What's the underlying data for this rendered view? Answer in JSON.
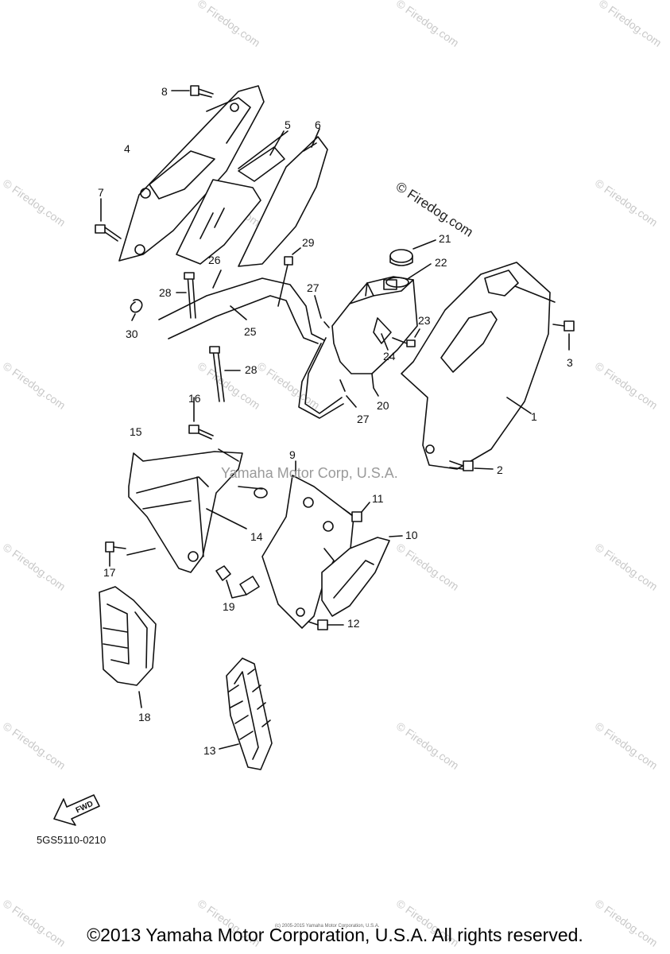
{
  "watermarks": [
    "© Firedog.com",
    "© Firedog.com",
    "© Firedog.com",
    "© Firedog.com",
    "© Firedog.com",
    "© Firedog.com",
    "© Firedog.com",
    "© Firedog.com",
    "© Firedog.com",
    "© Firedog.com",
    "© Firedog.com",
    "© Firedog.com",
    "© Firedog.com",
    "© Firedog.com",
    "© Firedog.com",
    "© Firedog.com",
    "© Firedog.com",
    "© Firedog.com",
    "© Firedog.com",
    "© Firedog.com"
  ],
  "firedog_main": "© Firedog.com",
  "yamaha_tm": "Yamaha Motor Corp, U.S.A.",
  "callouts": [
    "1",
    "2",
    "3",
    "4",
    "5",
    "6",
    "7",
    "8",
    "9",
    "10",
    "11",
    "12",
    "13",
    "14",
    "15",
    "16",
    "17",
    "18",
    "19",
    "20",
    "21",
    "22",
    "23",
    "24",
    "25",
    "26",
    "27",
    "27",
    "28",
    "28",
    "29",
    "30"
  ],
  "fwd_label": "FWD",
  "part_code": "5GS5110-0210",
  "tiny_copyright": "(c) 2005-2015 Yamaha Motor Corporation, U.S.A.",
  "footer": "©2013 Yamaha Motor Corporation, U.S.A. All rights reserved."
}
